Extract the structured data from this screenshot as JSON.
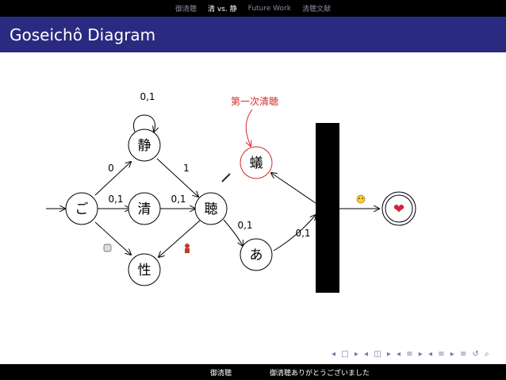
{
  "nav": {
    "items": [
      {
        "label": "御清聴",
        "active": false
      },
      {
        "label": "清 vs. 静",
        "active": true
      },
      {
        "label": "Future Work",
        "active": false
      },
      {
        "label": "清聴文献",
        "active": false
      }
    ]
  },
  "slide": {
    "title": "Goseichô Diagram"
  },
  "diagram": {
    "nodes": {
      "go": "ご",
      "sei": "清",
      "shizuka": "静",
      "shou": "性",
      "chou": "聴",
      "a": "あ",
      "ari": "蟻",
      "heart": "❤"
    },
    "edge_labels": {
      "loop": "0,1",
      "go_shizuka": "0",
      "shizuka_chou": "1",
      "go_sei": "0,1",
      "sei_chou": "0,1",
      "chou_a": "0,1",
      "bar_a": "0,1"
    },
    "annotation": "第一次清聴",
    "colors": {
      "annotation": "#d62728",
      "node_stroke": "#000000",
      "ari_stroke": "#d62728",
      "heart": "#d0243b"
    }
  },
  "footer": {
    "left": "御清聴",
    "right": "御清聴ありがとうございました",
    "nav_symbols": "◂ □ ▸ ◂ ◫ ▸ ◂ ≡ ▸ ◂ ≡ ▸ ≡ ↺ ⌕"
  }
}
